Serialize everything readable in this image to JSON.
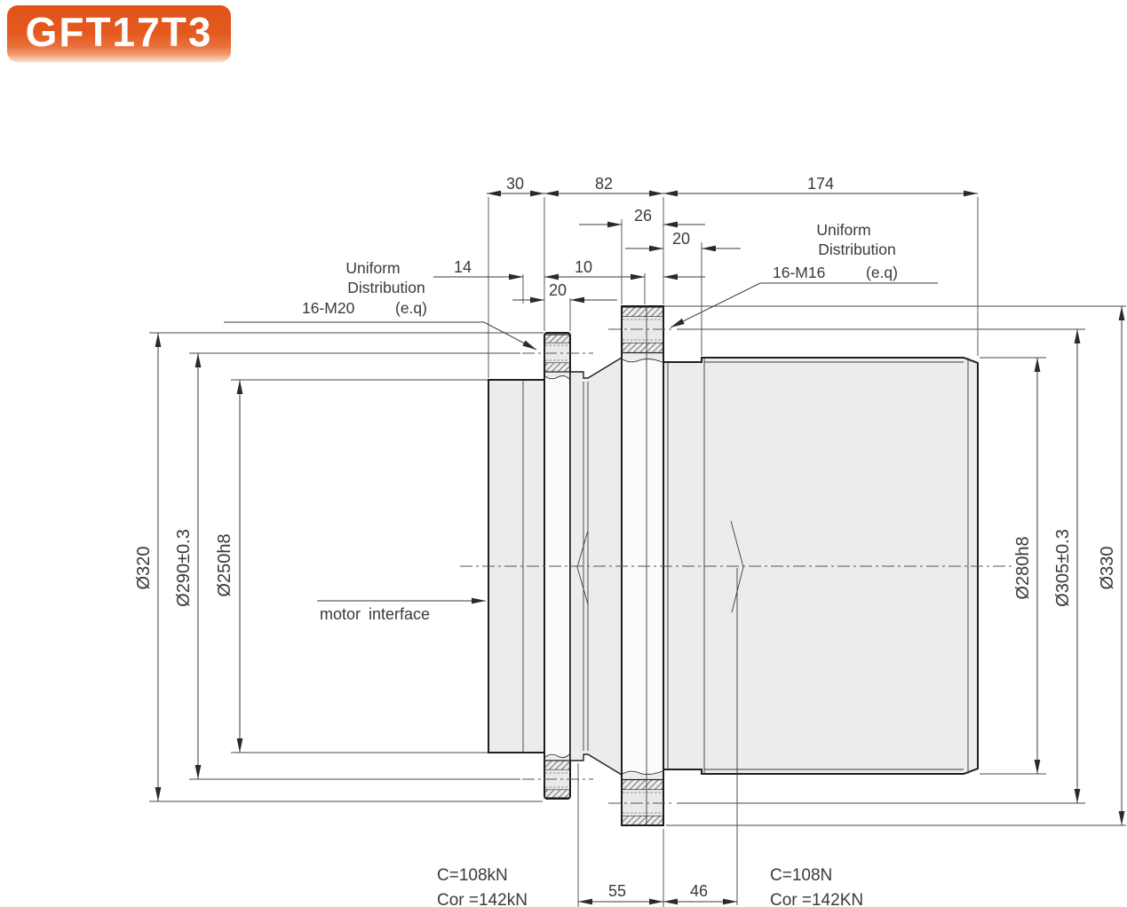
{
  "badge": {
    "title": "GFT17T3",
    "accent_color": "#e3591e"
  },
  "dims": {
    "w30": "30",
    "w82": "82",
    "w174": "174",
    "w26": "26",
    "w20r": "20",
    "w14": "14",
    "w10": "10",
    "w20l": "20",
    "w55": "55",
    "w46": "46"
  },
  "diameters": {
    "phi320": "Ø320",
    "phi290": "Ø290±0.3",
    "phi250": "Ø250h8",
    "phi280": "Ø280h8",
    "phi305": "Ø305±0.3",
    "phi330": "Ø330"
  },
  "callouts": {
    "left": {
      "line1": "Uniform",
      "line2": "Distribution",
      "bolt": "16-M20",
      "eq": "(e.q)"
    },
    "right": {
      "line1": "Uniform",
      "line2": "Distribution",
      "bolt": "16-M16",
      "eq": "(e.q)"
    },
    "motor": "motor interface"
  },
  "ratings": {
    "left": {
      "c": "C=108kN",
      "cor": "Cor =142kN"
    },
    "right": {
      "c": "C=108N",
      "cor": "Cor =142KN"
    }
  }
}
